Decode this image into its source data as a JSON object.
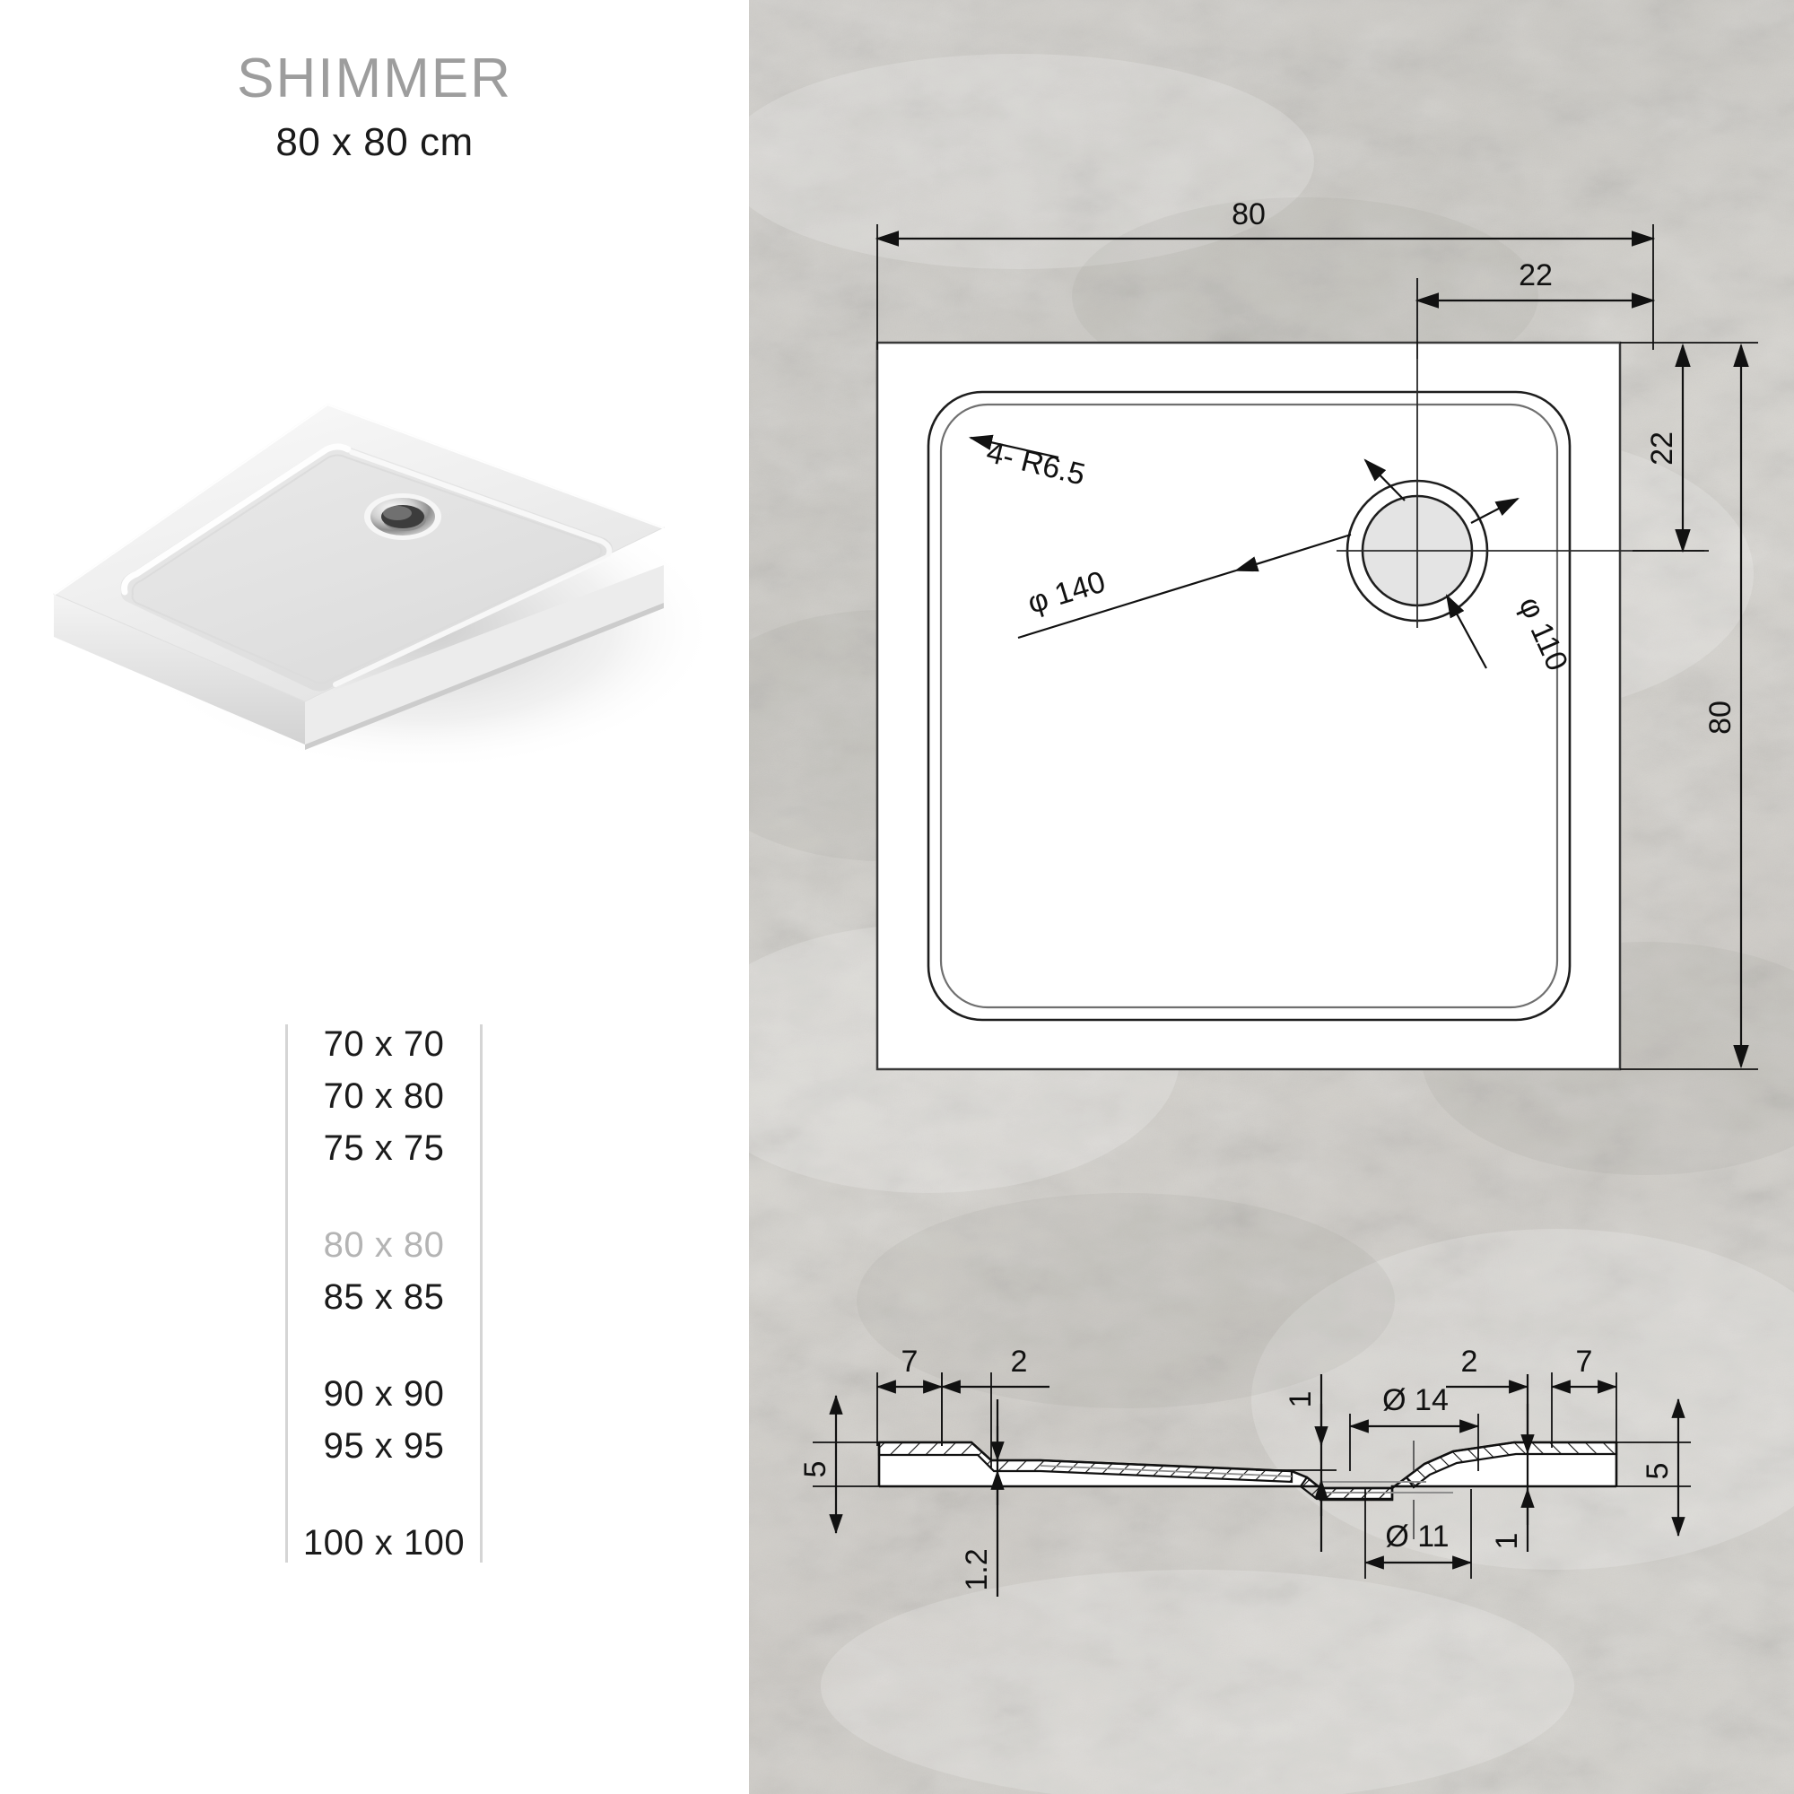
{
  "product": {
    "name": "SHIMMER",
    "size_label": "80 x 80 cm"
  },
  "photo": {
    "alt": "shower-tray-product-photo",
    "description": "White square acrylic shower tray with rounded inner basin and chrome drain cover"
  },
  "size_options": {
    "current": "80 x 80",
    "items": [
      {
        "label": "70 x 70",
        "selected": false
      },
      {
        "label": "70 x 80",
        "selected": false
      },
      {
        "label": "75 x 75",
        "selected": false
      },
      {
        "label": "80 x 80",
        "selected": true
      },
      {
        "label": "85 x 85",
        "selected": false
      },
      {
        "label": "90 x 90",
        "selected": false
      },
      {
        "label": "95 x 95",
        "selected": false
      },
      {
        "label": "100 x 100",
        "selected": false
      }
    ]
  },
  "plan_view": {
    "title": "top-plan-technical-drawing",
    "dimensions": {
      "overall_width": "80",
      "overall_height": "80",
      "drain_offset_x": "22",
      "drain_offset_y": "22",
      "corner_radius": "4- R6.5",
      "drain_outer_diameter": "φ 140",
      "drain_inner_diameter": "φ 110"
    }
  },
  "section_view": {
    "title": "cross-section-technical-drawing",
    "dimensions": {
      "left_flange": "7",
      "left_step": "2",
      "left_height": "5",
      "left_thickness": "1.2",
      "mid_thickness_left": "1",
      "drain_outer": "Ø 14",
      "drain_inner": "Ø 11",
      "mid_thickness_right": "1",
      "right_step": "2",
      "right_flange": "7",
      "right_height": "5"
    }
  },
  "colors": {
    "background": "#ffffff",
    "concrete": "#cfcdc9",
    "title_gray": "#9d9d9d",
    "text_black": "#1a1a1a",
    "muted_gray": "#b4b4b4",
    "rule_gray": "#d5d5d5",
    "line_black": "#111111",
    "drain_fill": "#e4e4e4"
  }
}
